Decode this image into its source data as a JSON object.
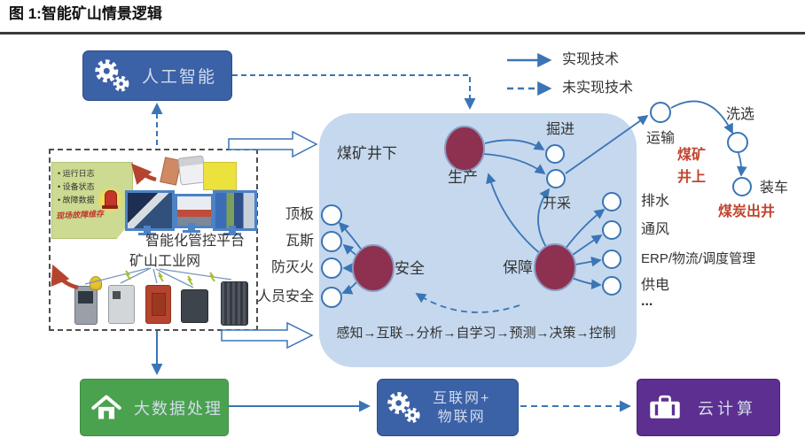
{
  "title": "图 1:智能矿山情景逻辑",
  "legend": {
    "realized": "实现技术",
    "unrealized": "未实现技术"
  },
  "ai_box": {
    "label": "人工智能"
  },
  "data_note": {
    "bullets": [
      "运行日志",
      "设备状态",
      "故障数据"
    ],
    "footer": "现场故障维存"
  },
  "platform": {
    "control_platform": "智能化管控平台",
    "industrial_net": "矿山工业网"
  },
  "mine_region": {
    "title": "煤矿井下",
    "hubs": {
      "production": "生产",
      "safety": "安全",
      "support": "保障"
    },
    "process": {
      "tunneling": "掘进",
      "extraction": "开采"
    },
    "safety_items": [
      "顶板",
      "瓦斯",
      "防灭火",
      "人员安全"
    ],
    "support_items": [
      "排水",
      "通风",
      "ERP/物流/调度管理",
      "供电",
      "..."
    ],
    "chain": "感知→互联→分析→自学习→预测→决策→控制"
  },
  "surface": {
    "transport": "运输",
    "washing": "洗选",
    "loading": "装车",
    "surface_line1": "煤矿",
    "surface_line2": "井上",
    "coal_out": "煤炭出井"
  },
  "bottom_boxes": {
    "big_data": "大数据处理",
    "internet_line1": "互联网+",
    "internet_line2": "物联网",
    "cloud": "云计算"
  },
  "colors": {
    "arrow_blue": "#3a75b5",
    "region_fill": "#c5d8ee",
    "hub_fill": "#8e3050",
    "box_blue": "#3b61a6",
    "box_green": "#4aa24e",
    "box_purple": "#5d2f91",
    "red_text": "#c2452f"
  }
}
